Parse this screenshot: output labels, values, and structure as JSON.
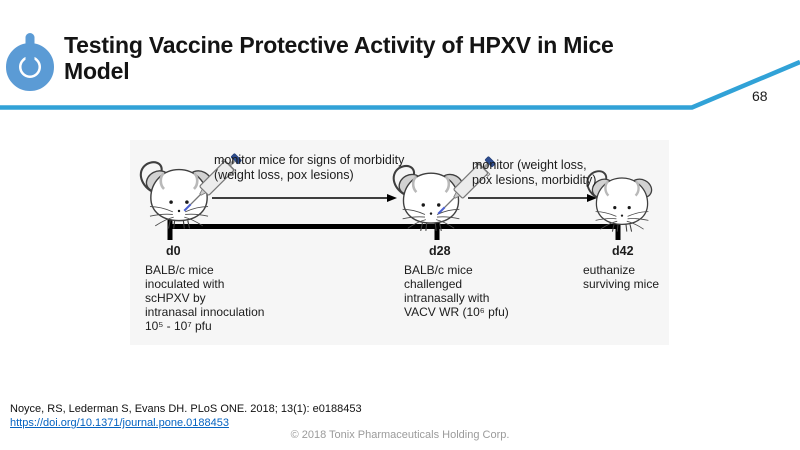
{
  "slide": {
    "title_line1": "Testing Vaccine Protective Activity of HPXV in Mice",
    "title_line2": "Model",
    "page_number": "68"
  },
  "diagram": {
    "monitor1_line1": "monitor mice for signs of morbidity",
    "monitor1_line2": "(weight loss, pox lesions)",
    "monitor2_line1": "monitor (weight loss,",
    "monitor2_line2": "pox lesions, morbidity)",
    "timepoints": [
      {
        "day": "d0",
        "lines": [
          "BALB/c mice",
          "inoculated with",
          "scHPXV by",
          "intranasal innoculation",
          "10⁵ - 10⁷ pfu"
        ]
      },
      {
        "day": "d28",
        "lines": [
          "BALB/c mice",
          "challenged",
          "intranasally with",
          "VACV WR (10⁶ pfu)"
        ]
      },
      {
        "day": "d42",
        "lines": [
          "euthanize",
          "surviving mice"
        ]
      }
    ]
  },
  "footer": {
    "citation": "Noyce, RS, Lederman S, Evans DH. PLoS ONE. 2018; 13(1): e0188453",
    "doi_link": "https://doi.org/10.1371/journal.pone.0188453",
    "copyright": "© 2018 Tonix Pharmaceuticals Holding Corp."
  },
  "colors": {
    "accent_teal": "#31a2d7",
    "logo_blue": "#5b9bd5",
    "link_blue": "#0563c1",
    "box_gray": "#f6f6f6"
  }
}
